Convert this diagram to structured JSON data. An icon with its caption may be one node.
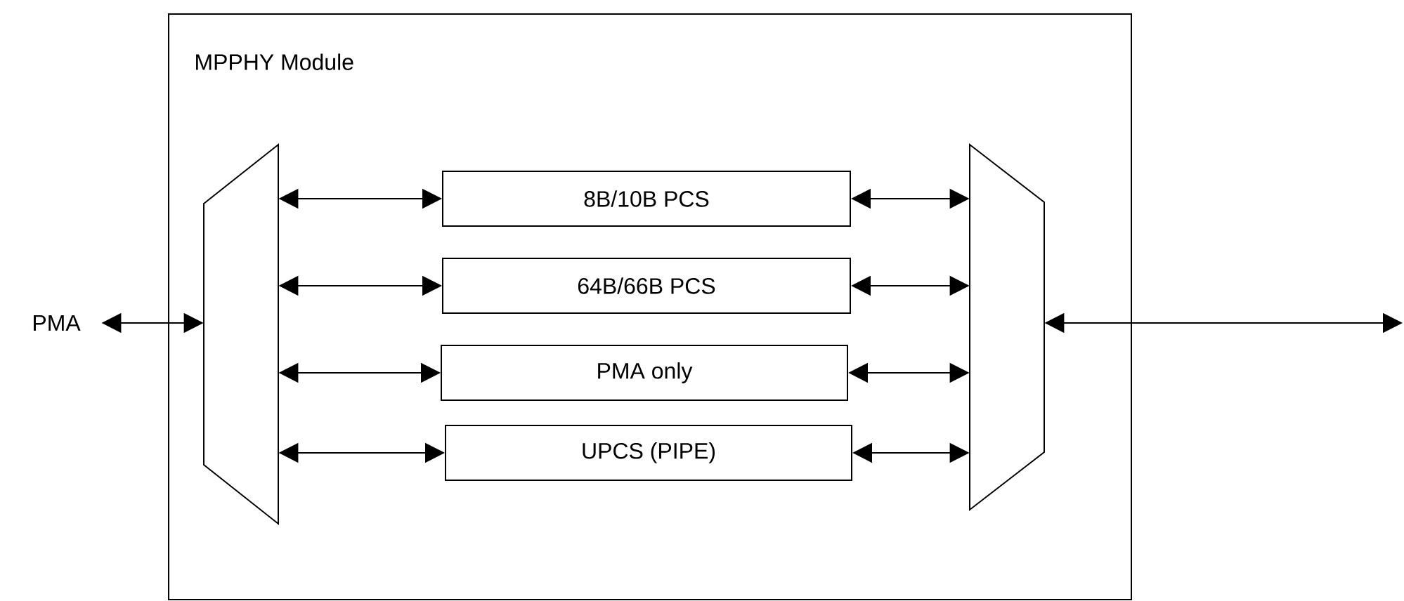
{
  "diagram": {
    "nodes": [
      {
        "text": [
          "MPPHY Module"
        ]
      },
      {
        "text": [
          "PMA"
        ]
      },
      {
        "text": [],
        "shape": "trapezoid",
        "in": 0
      },
      {
        "text": [
          "8B/10B PCS"
        ],
        "in": 0
      },
      {
        "text": [
          "64B/66B PCS"
        ],
        "in": 0
      },
      {
        "text": [
          "PMA only"
        ],
        "in": 0
      },
      {
        "text": [
          "UPCS (PIPE)"
        ],
        "in": 0
      },
      {
        "text": [],
        "shape": "trapezoid",
        "in": 0
      }
    ],
    "edges": [
      {
        "from": 1,
        "to": 2,
        "arrow": "both"
      },
      {
        "from": 2,
        "to": 3,
        "arrow": "both"
      },
      {
        "from": 2,
        "to": 4,
        "arrow": "both"
      },
      {
        "from": 2,
        "to": 5,
        "arrow": "both"
      },
      {
        "from": 2,
        "to": 6,
        "arrow": "both"
      },
      {
        "from": 3,
        "to": 7,
        "arrow": "both"
      },
      {
        "from": 4,
        "to": 7,
        "arrow": "both"
      },
      {
        "from": 5,
        "to": 7,
        "arrow": "both"
      },
      {
        "from": 6,
        "to": 7,
        "arrow": "both"
      },
      {
        "from": 7,
        "to": null,
        "arrow": "both"
      }
    ]
  }
}
